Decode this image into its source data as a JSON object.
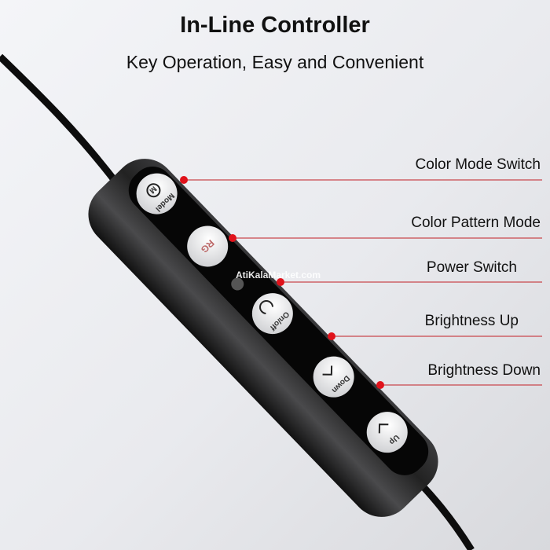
{
  "header": {
    "title": "In-Line Controller",
    "subtitle": "Key Operation, Easy and Convenient"
  },
  "callouts": [
    {
      "label": "Color Mode Switch"
    },
    {
      "label": "Color Pattern Mode"
    },
    {
      "label": "Power Switch"
    },
    {
      "label": "Brightness Up"
    },
    {
      "label": "Brightness Down"
    }
  ],
  "buttons": [
    {
      "label": "Model",
      "icon": "M"
    },
    {
      "label": "RG"
    },
    {
      "label": "On/off",
      "icon": "power-icon"
    },
    {
      "label": "Down",
      "icon": "chevron-icon"
    },
    {
      "label": "Up",
      "icon": "chevron-icon"
    }
  ],
  "watermark": "AtiKalaMarket.com",
  "colors": {
    "accent": "#e0121b",
    "body": "#1a1a1a"
  }
}
